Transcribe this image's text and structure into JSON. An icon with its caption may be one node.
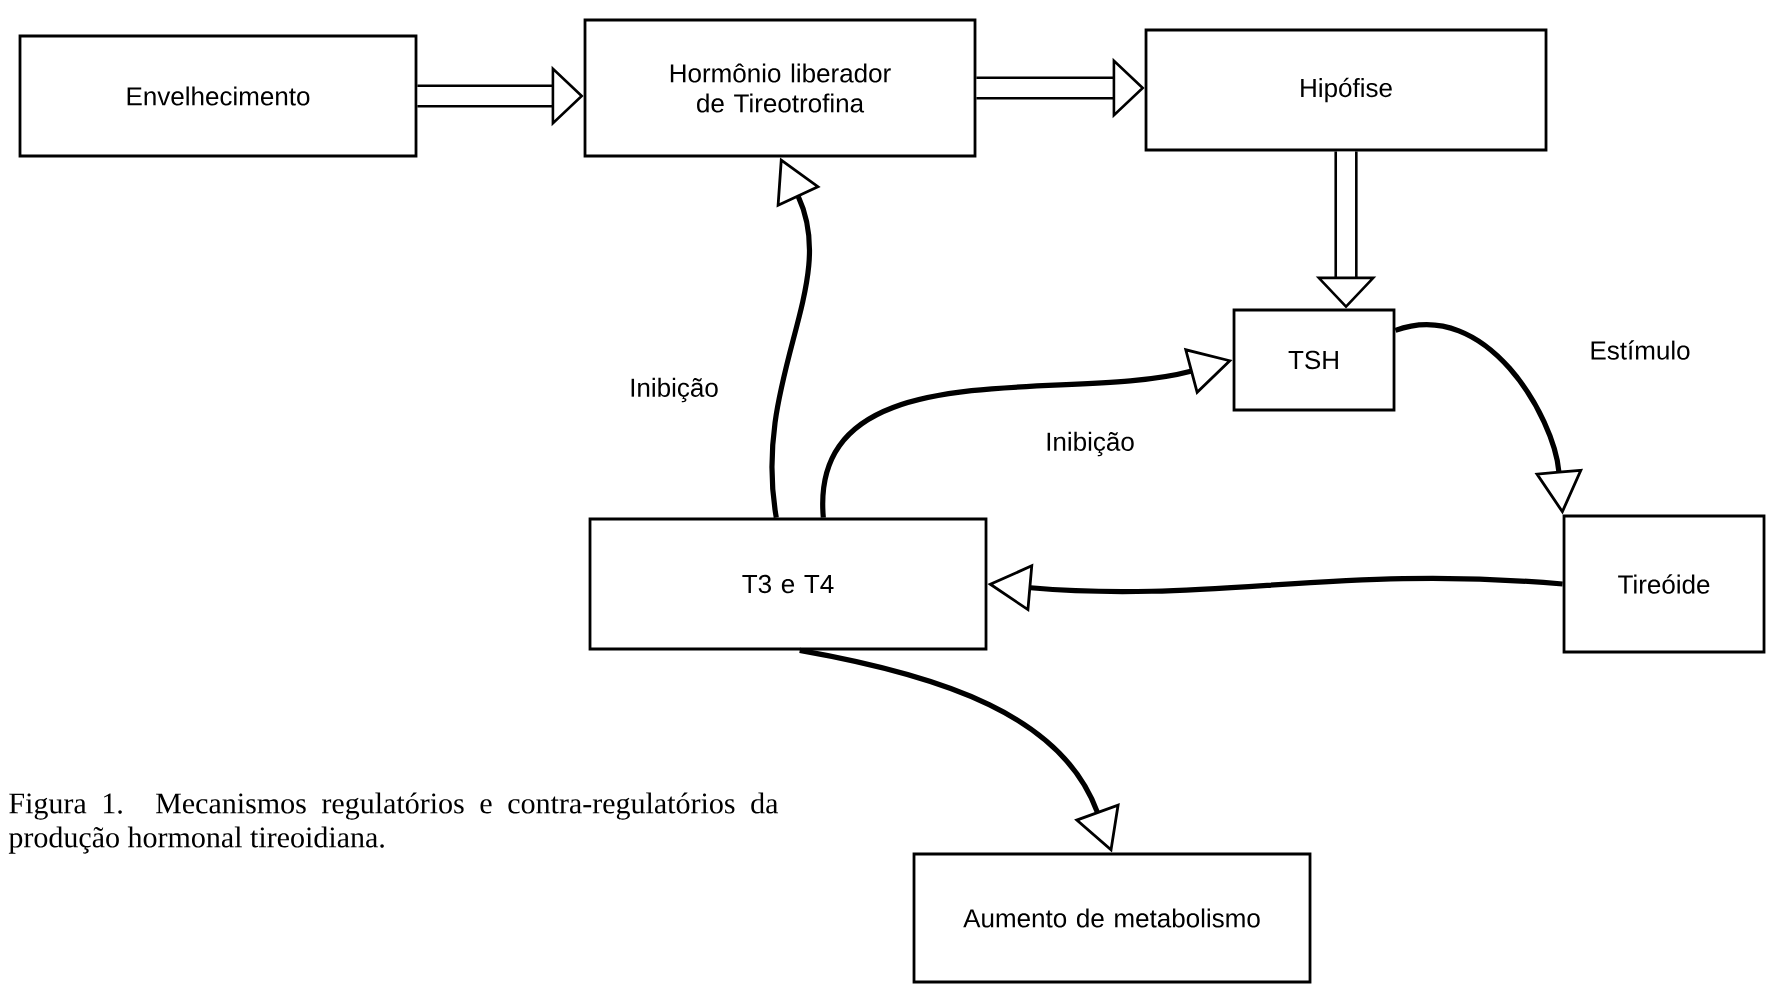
{
  "diagram": {
    "caption": "Figura 1. Mecanismos regulatórios e contra-regulatórios da produção hormonal tireoidiana.",
    "nodes": [
      {
        "text": [
          "Envelhecimento"
        ]
      },
      {
        "text": [
          "Hormônio liberador de Tireotrofina"
        ]
      },
      {
        "text": [
          "Hipófise"
        ]
      },
      {
        "text": [
          "TSH"
        ]
      },
      {
        "text": [
          "Tireóide"
        ]
      },
      {
        "text": [
          "T3 e T4"
        ]
      },
      {
        "text": [
          "Aumento de metabolismo"
        ]
      }
    ],
    "edges": [
      {
        "from": 0,
        "to": 1,
        "arrow": "to",
        "style": "thick"
      },
      {
        "from": 1,
        "to": 2,
        "arrow": "to",
        "style": "thick"
      },
      {
        "from": 2,
        "to": 3,
        "arrow": "to",
        "style": "thick"
      },
      {
        "from": 3,
        "to": 4,
        "arrow": "to",
        "label": "Estímulo"
      },
      {
        "from": 4,
        "to": 5,
        "arrow": "to"
      },
      {
        "from": 5,
        "to": 3,
        "arrow": "to",
        "label": "Inibição"
      },
      {
        "from": 5,
        "to": 1,
        "arrow": "to",
        "label": "Inibição"
      },
      {
        "from": 5,
        "to": 6,
        "arrow": "to"
      }
    ]
  }
}
